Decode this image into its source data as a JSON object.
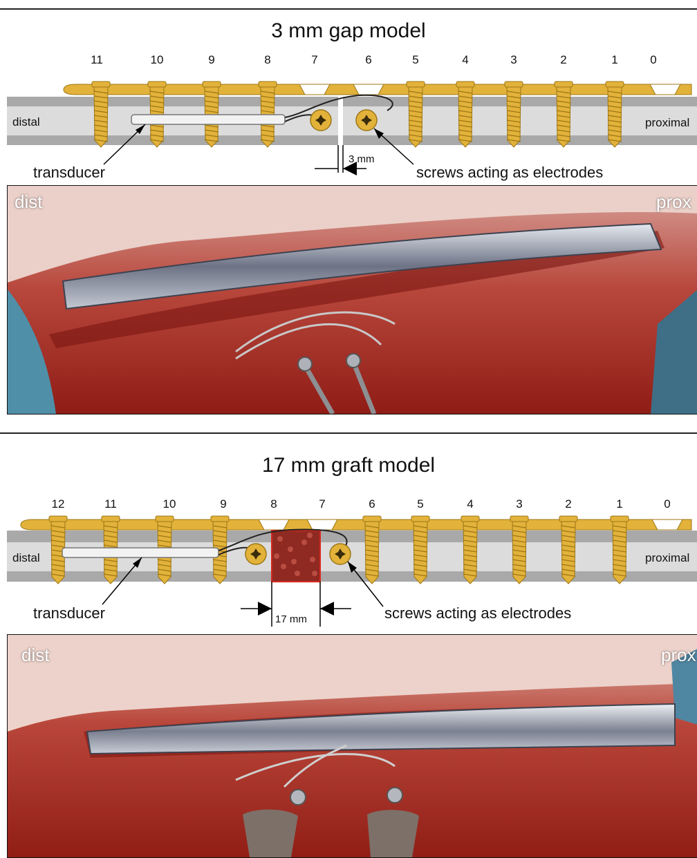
{
  "colors": {
    "implant_gold": "#e2b23a",
    "bone_dark": "#a9a9a9",
    "bone_light": "#dcdcdc",
    "tissue_red": "#a8241c",
    "steel": "#b9bfc8"
  },
  "top": {
    "title": "3 mm gap model",
    "hole_numbers": [
      "11",
      "10",
      "9",
      "8",
      "7",
      "6",
      "5",
      "4",
      "3",
      "2",
      "1",
      "0"
    ],
    "distal_label": "distal",
    "proximal_label": "proximal",
    "transducer_label": "transducer",
    "gap_label": "3 mm",
    "electrodes_label": "screws acting as electrodes",
    "photo_dist": "dist",
    "photo_prox": "prox"
  },
  "bottom": {
    "title": "17 mm graft model",
    "hole_numbers": [
      "12",
      "11",
      "10",
      "9",
      "8",
      "7",
      "6",
      "5",
      "4",
      "3",
      "2",
      "1",
      "0"
    ],
    "distal_label": "distal",
    "proximal_label": "proximal",
    "transducer_label": "transducer",
    "gap_label": "17 mm",
    "electrodes_label": "screws acting as electrodes",
    "photo_dist": "dist",
    "photo_prox": "prox"
  }
}
